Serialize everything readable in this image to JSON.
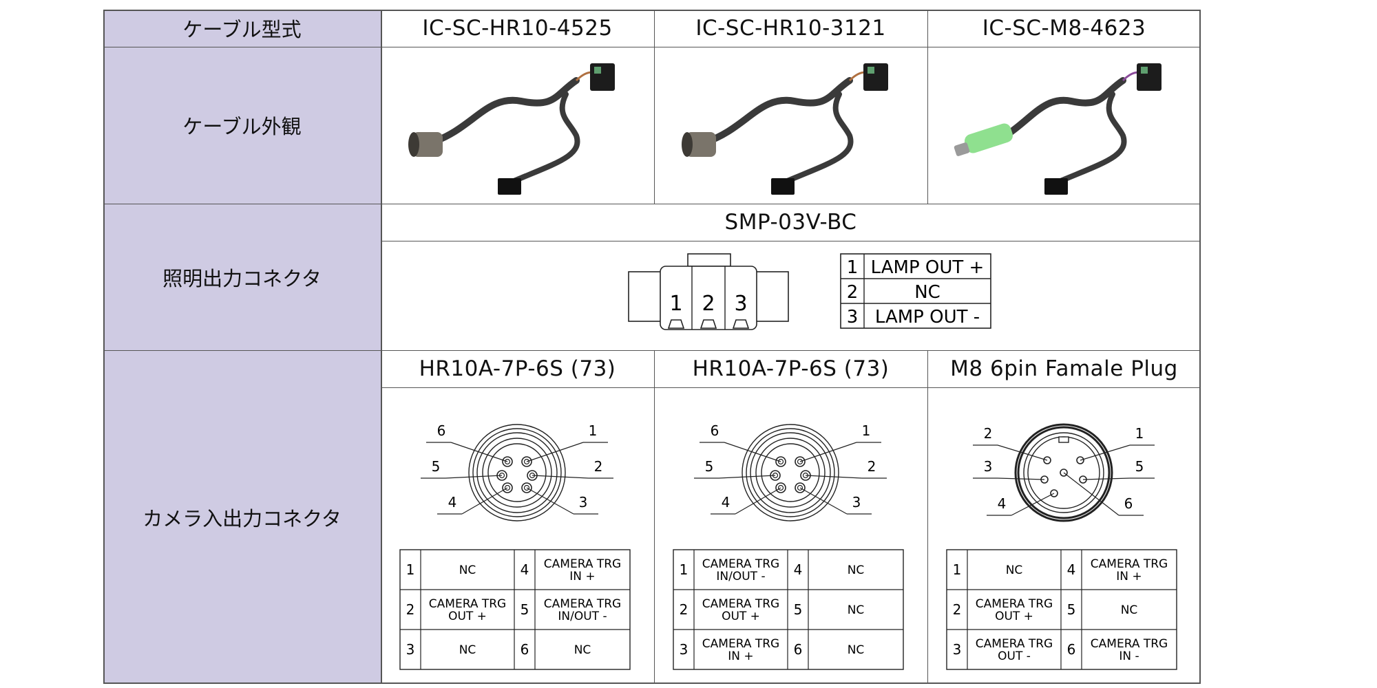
{
  "row_headers": {
    "model": "ケーブル型式",
    "appearance": "ケーブル外観",
    "light_connector": "照明出力コネクタ",
    "camera_connector": "カメラ入出力コネクタ"
  },
  "cables": [
    {
      "model": "IC-SC-HR10-4525",
      "camera_connector": "HR10A-7P-6S (73)",
      "plug_color": "#7a746a"
    },
    {
      "model": "IC-SC-HR10-3121",
      "camera_connector": "HR10A-7P-6S (73)",
      "plug_color": "#7a746a"
    },
    {
      "model": "IC-SC-M8-4623",
      "camera_connector": "M8 6pin Famale Plug",
      "plug_color": "#8fe08f"
    }
  ],
  "light_connector": {
    "model": "SMP-03V-BC",
    "pin_numbers": [
      "1",
      "2",
      "3"
    ],
    "pins": [
      {
        "num": "1",
        "label": "LAMP OUT +"
      },
      {
        "num": "2",
        "label": "NC"
      },
      {
        "num": "3",
        "label": "LAMP OUT -"
      }
    ]
  },
  "camera_pin_tables": [
    {
      "diagram_labels": [
        "1",
        "2",
        "3",
        "4",
        "5",
        "6"
      ],
      "rows": [
        {
          "n1": "1",
          "v1": "NC",
          "n2": "4",
          "v2": "CAMERA TRG\nIN +"
        },
        {
          "n1": "2",
          "v1": "CAMERA TRG\nOUT +",
          "n2": "5",
          "v2": "CAMERA TRG\nIN/OUT -"
        },
        {
          "n1": "3",
          "v1": "NC",
          "n2": "6",
          "v2": "NC"
        }
      ]
    },
    {
      "diagram_labels": [
        "1",
        "2",
        "3",
        "4",
        "5",
        "6"
      ],
      "rows": [
        {
          "n1": "1",
          "v1": "CAMERA TRG\nIN/OUT -",
          "n2": "4",
          "v2": "NC"
        },
        {
          "n1": "2",
          "v1": "CAMERA TRG\nOUT +",
          "n2": "5",
          "v2": "NC"
        },
        {
          "n1": "3",
          "v1": "CAMERA TRG\nIN +",
          "n2": "6",
          "v2": "NC"
        }
      ]
    },
    {
      "diagram_labels": [
        "1",
        "2",
        "3",
        "4",
        "5",
        "6"
      ],
      "rows": [
        {
          "n1": "1",
          "v1": "NC",
          "n2": "4",
          "v2": "CAMERA TRG\nIN +"
        },
        {
          "n1": "2",
          "v1": "CAMERA TRG\nOUT +",
          "n2": "5",
          "v2": "NC"
        },
        {
          "n1": "3",
          "v1": "CAMERA TRG\nOUT -",
          "n2": "6",
          "v2": "CAMERA TRG\nIN -"
        }
      ]
    }
  ]
}
